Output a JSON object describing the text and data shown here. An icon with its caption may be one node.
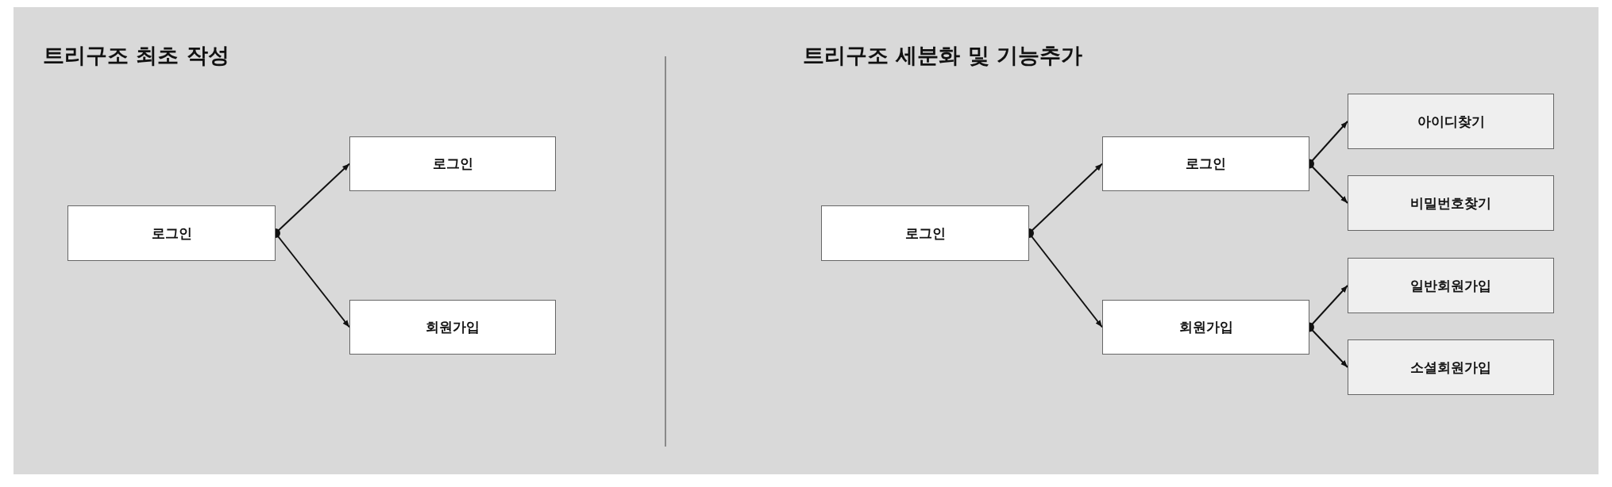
{
  "diagram": {
    "nodes": [
      {
        "text": [
          "로그인"
        ]
      },
      {
        "text": [
          "로그인"
        ]
      },
      {
        "text": [
          "회원가입"
        ]
      },
      {
        "text": [
          "로그인"
        ]
      },
      {
        "text": [
          "로그인"
        ]
      },
      {
        "text": [
          "회원가입"
        ]
      },
      {
        "text": [
          "아이디찾기"
        ]
      },
      {
        "text": [
          "비밀번호찾기"
        ]
      },
      {
        "text": [
          "일반회원가입"
        ]
      },
      {
        "text": [
          "소셜회원가입"
        ]
      }
    ],
    "edges": [
      {
        "from": 0,
        "to": 1,
        "arrow": "to"
      },
      {
        "from": 0,
        "to": 2,
        "arrow": "to"
      },
      {
        "from": 3,
        "to": 4,
        "arrow": "to"
      },
      {
        "from": 3,
        "to": 5,
        "arrow": "to"
      },
      {
        "from": 4,
        "to": 6,
        "arrow": "to"
      },
      {
        "from": 4,
        "to": 7,
        "arrow": "to"
      },
      {
        "from": 5,
        "to": 8,
        "arrow": "to"
      },
      {
        "from": 5,
        "to": 9,
        "arrow": "to"
      }
    ],
    "labels": [
      "트리구조 최초 작성",
      "트리구조 세분화 및 기능추가"
    ]
  }
}
